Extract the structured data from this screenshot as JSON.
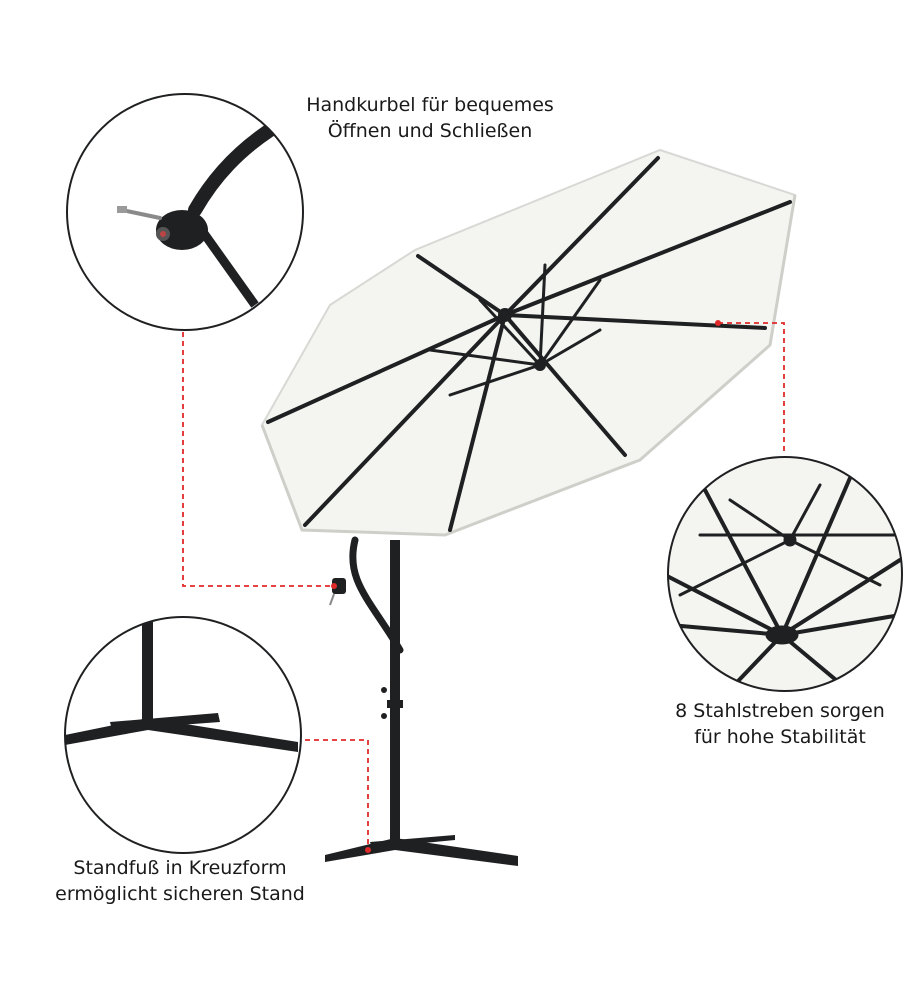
{
  "captions": {
    "crank": {
      "line1": "Handkurbel für bequemes",
      "line2": "Öffnen und Schließen"
    },
    "ribs": {
      "line1": "8 Stahlstreben sorgen",
      "line2": "für hohe Stabilität"
    },
    "base": {
      "line1": "Standfuß in Kreuzform",
      "line2": "ermöglicht sicheren Stand"
    }
  },
  "colors": {
    "canopy": "#f4f4f1",
    "frame": "#1f2022",
    "leader": "#e02a2a",
    "circle": "#1f2022"
  }
}
